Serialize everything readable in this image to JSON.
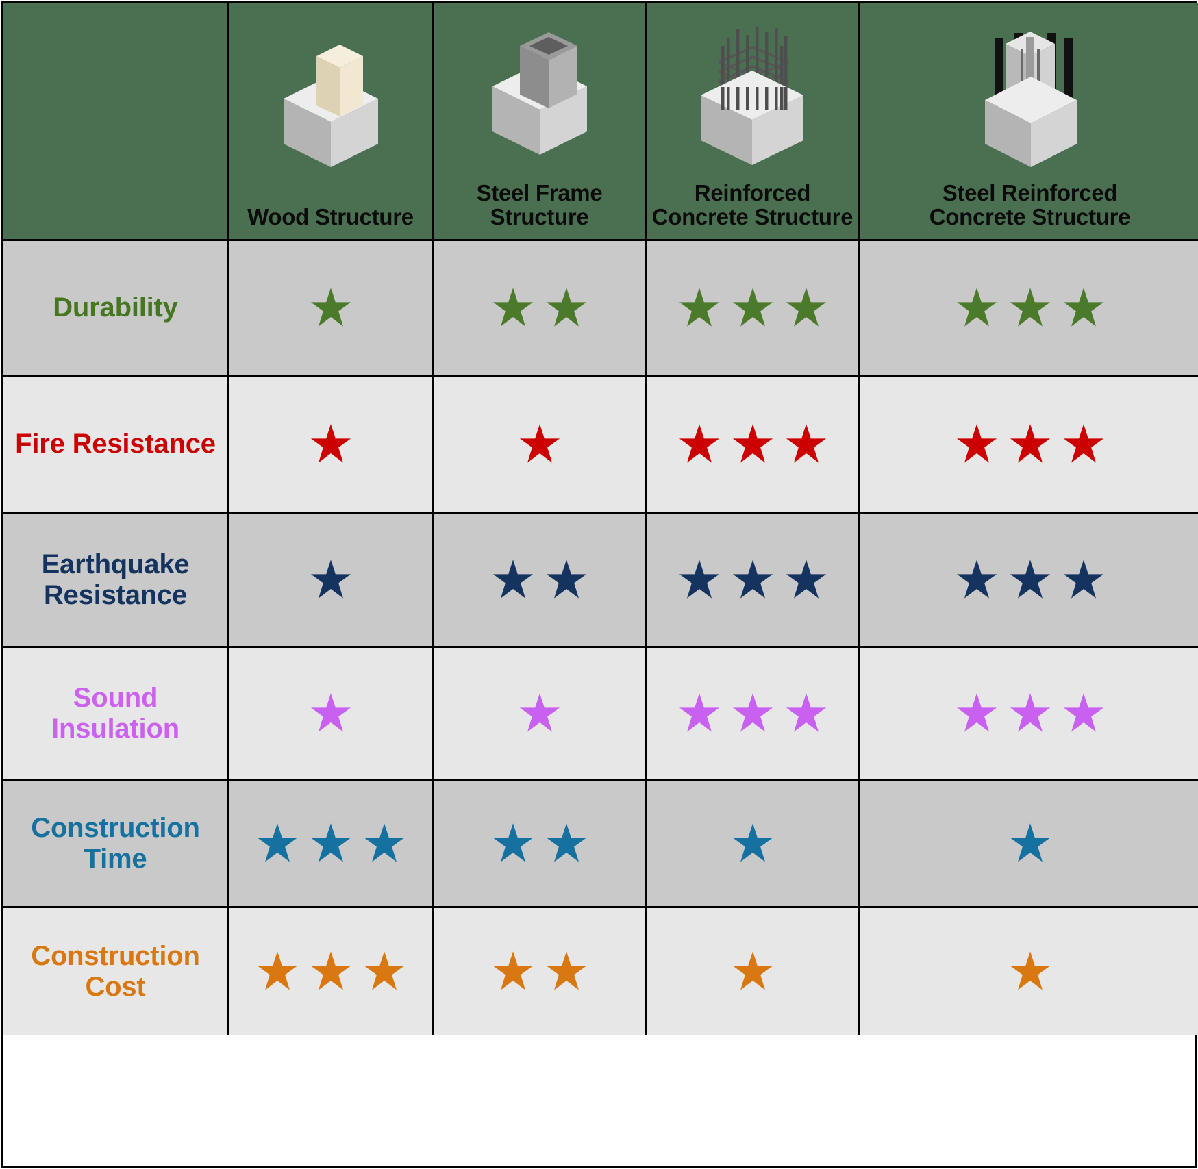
{
  "header": {
    "corner_label": "",
    "background_color": "#4a7051",
    "columns": [
      {
        "label": "Wood Structure",
        "icon": "wood-column-footing-icon"
      },
      {
        "label": "Steel Frame\nStructure",
        "icon": "steel-frame-column-footing-icon"
      },
      {
        "label": "Reinforced\nConcrete Structure",
        "icon": "reinforced-concrete-rebar-footing-icon"
      },
      {
        "label": "Steel Reinforced\nConcrete Structure",
        "icon": "steel-reinforced-concrete-footing-icon"
      }
    ]
  },
  "rows": [
    {
      "label": "Durability",
      "color": "#44771f",
      "star_color": "#4a7a2a",
      "row_background": "#c9c9c9",
      "ratings": [
        1,
        2,
        3,
        3
      ]
    },
    {
      "label": "Fire Resistance",
      "color": "#cc0000",
      "star_color": "#cc0000",
      "row_background": "#e7e7e7",
      "ratings": [
        1,
        1,
        3,
        3
      ]
    },
    {
      "label": "Earthquake\nResistance",
      "color": "#14335e",
      "star_color": "#14335e",
      "row_background": "#c9c9c9",
      "ratings": [
        1,
        2,
        3,
        3
      ]
    },
    {
      "label": "Sound\nInsulation",
      "color": "#cc61f0",
      "star_color": "#c961f0",
      "row_background": "#e7e7e7",
      "ratings": [
        1,
        1,
        3,
        3
      ]
    },
    {
      "label": "Construction\nTime",
      "color": "#1571a0",
      "star_color": "#1571a0",
      "row_background": "#c9c9c9",
      "ratings": [
        3,
        2,
        1,
        1
      ]
    },
    {
      "label": "Construction\nCost",
      "color": "#d97811",
      "star_color": "#d97811",
      "row_background": "#e7e7e7",
      "ratings": [
        3,
        2,
        1,
        1
      ]
    }
  ],
  "chart_data": {
    "type": "table",
    "title": "",
    "categories": [
      "Wood Structure",
      "Steel Frame Structure",
      "Reinforced Concrete Structure",
      "Steel Reinforced Concrete Structure"
    ],
    "series": [
      {
        "name": "Durability",
        "values": [
          1,
          2,
          3,
          3
        ]
      },
      {
        "name": "Fire Resistance",
        "values": [
          1,
          1,
          3,
          3
        ]
      },
      {
        "name": "Earthquake Resistance",
        "values": [
          1,
          2,
          3,
          3
        ]
      },
      {
        "name": "Sound Insulation",
        "values": [
          1,
          1,
          3,
          3
        ]
      },
      {
        "name": "Construction Time",
        "values": [
          3,
          2,
          1,
          1
        ]
      },
      {
        "name": "Construction Cost",
        "values": [
          3,
          2,
          1,
          1
        ]
      }
    ],
    "value_unit": "stars",
    "ylim": [
      0,
      3
    ],
    "grid": true,
    "legend": "none"
  }
}
